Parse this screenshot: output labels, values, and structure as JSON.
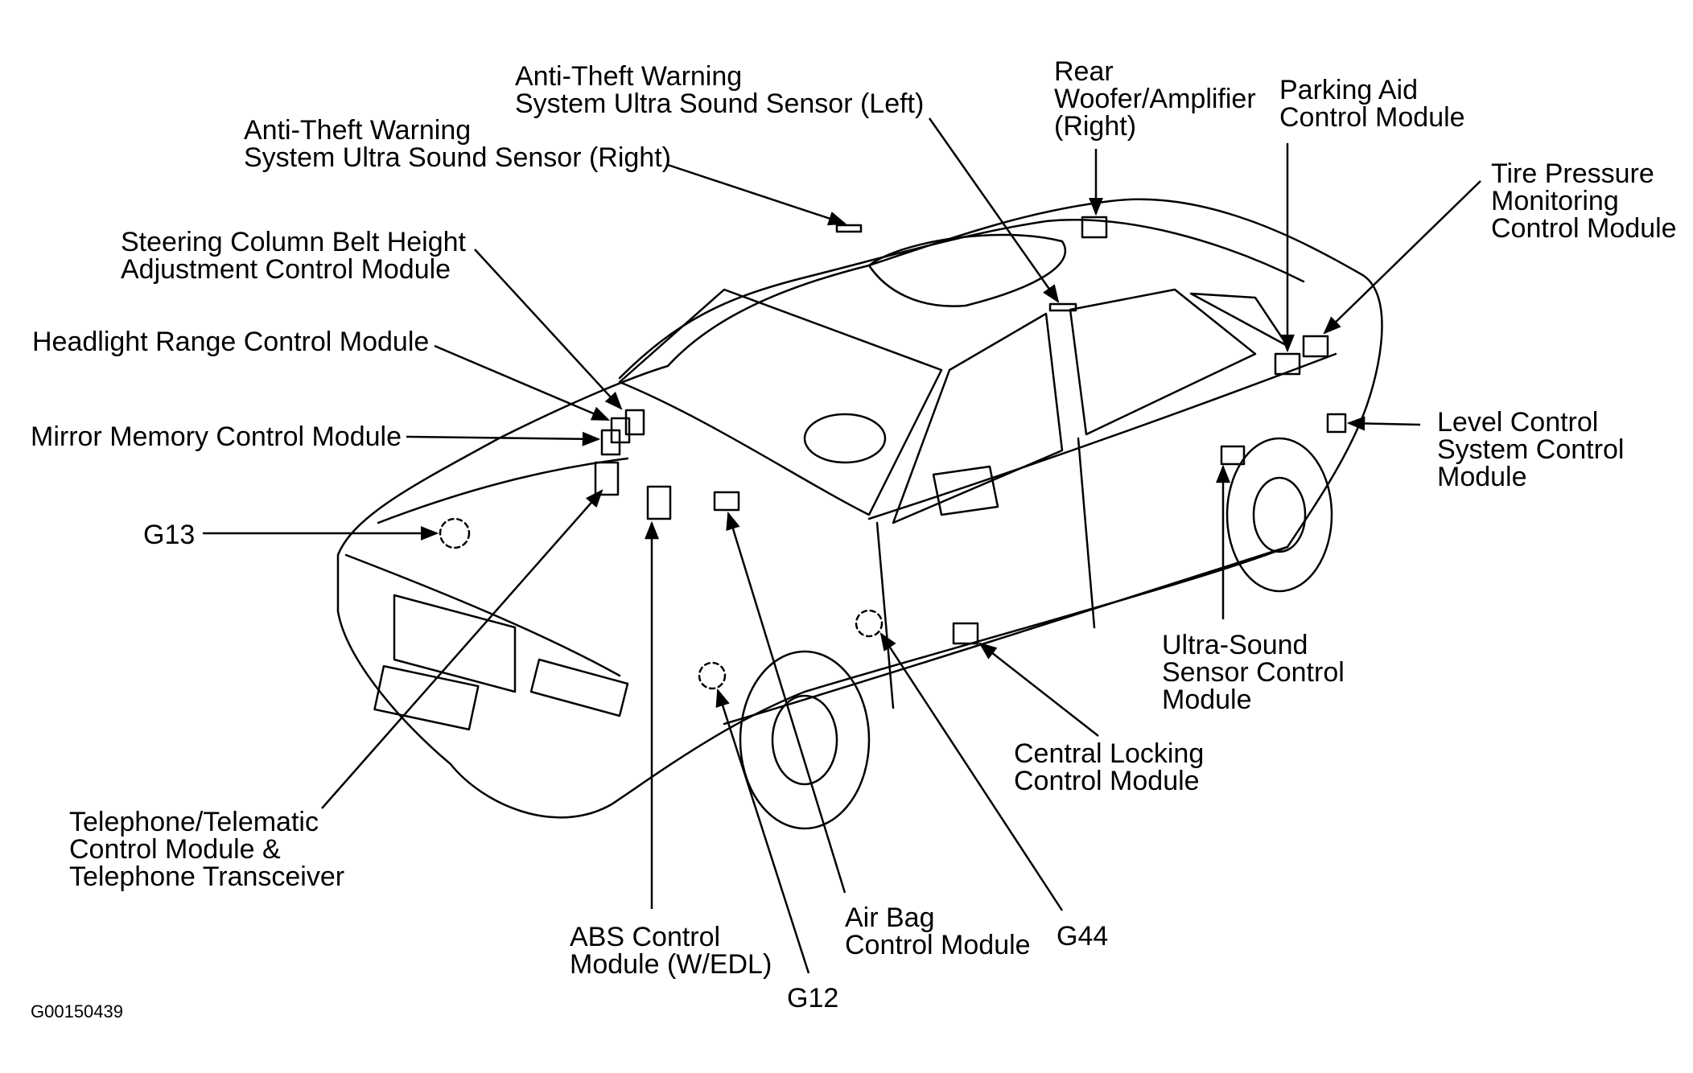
{
  "labels": {
    "anti_theft_left": "Anti-Theft Warning\nSystem Ultra Sound Sensor (Left)",
    "anti_theft_right": "Anti-Theft Warning\nSystem Ultra Sound Sensor (Right)",
    "rear_woofer": "Rear\nWoofer/Amplifier\n(Right)",
    "parking_aid": "Parking Aid\nControl Module",
    "tire_pressure": "Tire Pressure\nMonitoring\nControl Module",
    "steering_column": "Steering Column Belt Height\nAdjustment Control Module",
    "headlight_range": "Headlight Range Control Module",
    "mirror_memory": "Mirror Memory Control Module",
    "level_control": "Level Control\nSystem Control\nModule",
    "g13": "G13",
    "ultra_sound_sensor": "Ultra-Sound\nSensor Control\nModule",
    "central_locking": "Central Locking\nControl Module",
    "telephone": "Telephone/Telematic\nControl Module &\nTelephone Transceiver",
    "abs": "ABS Control\nModule (W/EDL)",
    "air_bag": "Air Bag\nControl Module",
    "g44": "G44",
    "g12": "G12"
  },
  "figure_code": "G00150439"
}
